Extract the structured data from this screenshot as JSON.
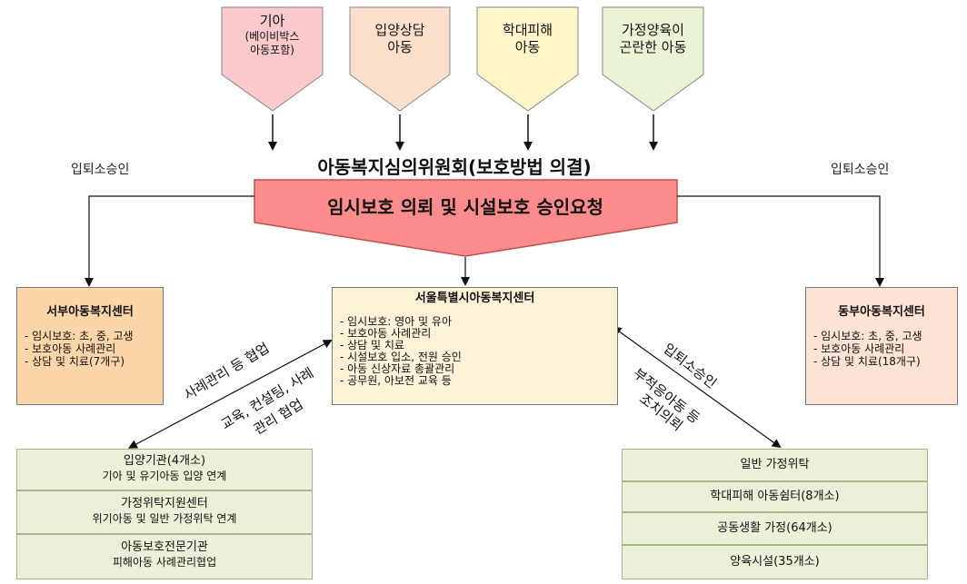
{
  "pentagons": [
    {
      "title": "기아",
      "sub": "(베이비박스\n아동포함)",
      "color": "#f9c9cb"
    },
    {
      "title": "입양상담\n아동",
      "sub": "",
      "color": "#fde0cc"
    },
    {
      "title": "학대피해\n아동",
      "sub": "",
      "color": "#fdf5c7"
    },
    {
      "title": "가정양육이\n곤란한 아동",
      "sub": "",
      "color": "#eaf3d4"
    }
  ],
  "committee": "아동복지심의위원회(보호방법 의결)",
  "left_note": "입퇴소승인",
  "right_note": "입퇴소승인",
  "request": "임시보호 의뢰 및 시설보호 승인요청",
  "west": {
    "title": "서부아동복지센터",
    "items": [
      "- 임시보호: 초, 중, 고생",
      "- 보호아동 사례관리",
      "- 상담 및 치료(7개구)"
    ]
  },
  "seoul": {
    "title": "서울특별시아동복지센터",
    "items": [
      "- 임시보호: 영아 및 유아",
      "- 보호아동 사례관리",
      "- 상담 및 치료",
      "- 시설보호 입소, 전원 승인",
      "- 아동 신상자료 총괄관리",
      "- 공무원, 아보전 교육 등"
    ]
  },
  "east": {
    "title": "동부아동복지센터",
    "items": [
      "- 임시보호: 초, 중, 고생",
      "- 보호아동 사례관리",
      "- 상담 및 치료(18개구)"
    ]
  },
  "diag_left_1": "사례관리 등 협업",
  "diag_left_2": "교육, 컨설팅, 사례",
  "diag_left_3": "관리 협업",
  "diag_right_1": "입퇴소승인",
  "diag_right_2": "부적응아동 등",
  "diag_right_3": "조치의뢰",
  "left_stack": [
    {
      "title": "입양기관(4개소)",
      "sub": "기아 및 유기아동 입양 연계"
    },
    {
      "title": "가정위탁지원센터",
      "sub": "위기아동 및 일반 가정위탁 연계"
    },
    {
      "title": "아동보호전문기관",
      "sub": "피해아동 사례관리협업"
    }
  ],
  "right_stack": [
    {
      "title": "일반 가정위탁"
    },
    {
      "title": "학대피해 아동쉼터(8개소)"
    },
    {
      "title": "공동생활 가정(64개소)"
    },
    {
      "title": "양육시설(35개소)"
    }
  ]
}
